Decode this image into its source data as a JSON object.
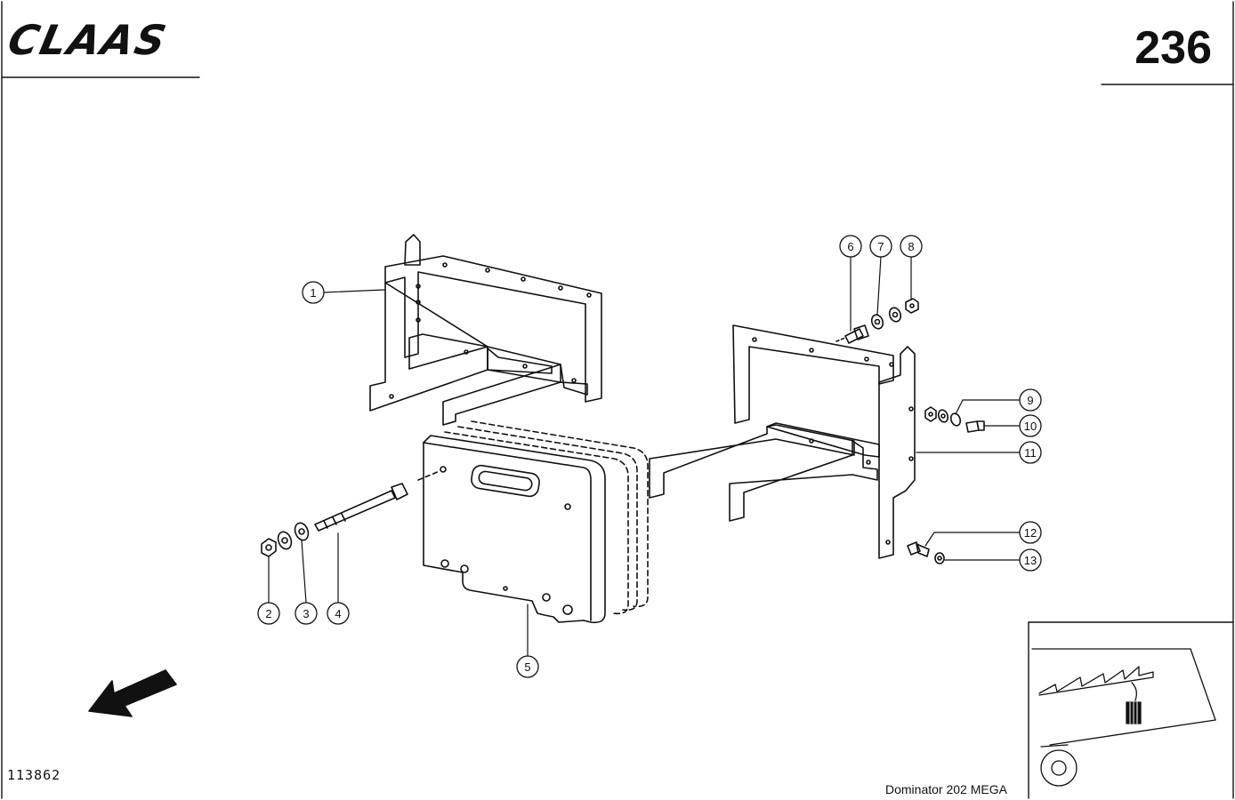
{
  "header": {
    "brand": "CLAAS",
    "page_number": "236"
  },
  "footer": {
    "drawing_id": "113862",
    "model": "Dominator  202 MEGA"
  },
  "callouts": [
    "1",
    "2",
    "3",
    "4",
    "5",
    "6",
    "7",
    "8",
    "9",
    "10",
    "11",
    "12",
    "13"
  ]
}
